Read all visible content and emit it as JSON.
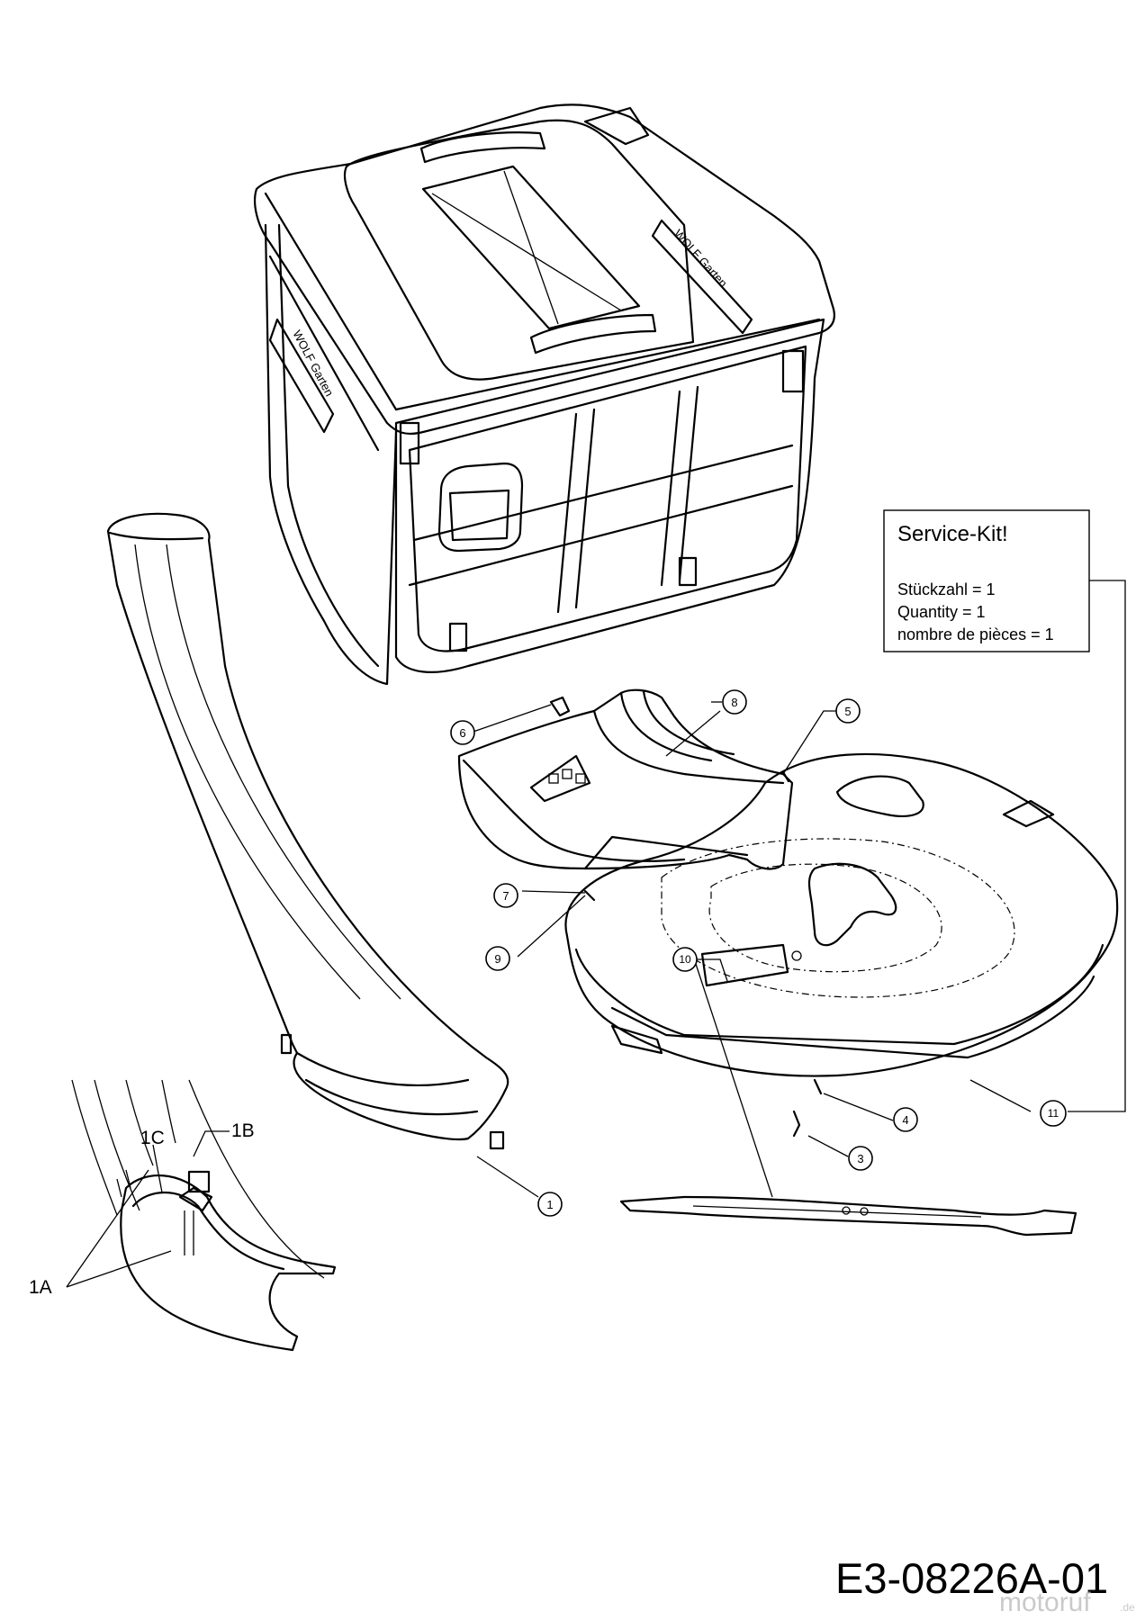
{
  "service_kit": {
    "title": "Service-Kit!",
    "line_1": "Stückzahl = 1",
    "line_2": "Quantity = 1",
    "line_3": "nombre de pièces = 1"
  },
  "callouts": {
    "c1": "1",
    "c3": "3",
    "c4": "4",
    "c5": "5",
    "c6": "6",
    "c7": "7",
    "c8": "8",
    "c9": "9",
    "c10": "10",
    "c11": "11"
  },
  "detail_labels": {
    "l1a": "1A",
    "l1b": "1B",
    "l1c": "1C"
  },
  "drawing_number": "E3-08226A-01",
  "watermark": {
    "main": "motoruf",
    "suffix": ".de"
  },
  "grass_bag": {
    "brand_left": "WOLF Garten",
    "brand_right": "WOLF Garten"
  }
}
